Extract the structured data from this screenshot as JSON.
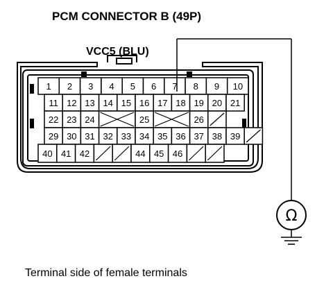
{
  "diagram": {
    "title": "PCM CONNECTOR B (49P)",
    "wire_label": "VCC5 (BLU)",
    "caption": "Terminal side of female terminals",
    "meter_symbol": "Ω",
    "probe_terminal": "7",
    "rows": [
      [
        "1",
        "2",
        "3",
        "4",
        "5",
        "6",
        "7",
        "8",
        "9",
        "10"
      ],
      [
        "11",
        "12",
        "13",
        "14",
        "15",
        "16",
        "17",
        "18",
        "19",
        "20",
        "21"
      ],
      [
        "22",
        "23",
        "24",
        "X",
        "25",
        "X",
        "26",
        "/"
      ],
      [
        "29",
        "30",
        "31",
        "32",
        "33",
        "34",
        "35",
        "36",
        "37",
        "38",
        "39",
        "/"
      ],
      [
        "40",
        "41",
        "42",
        "/",
        "/",
        "44",
        "45",
        "46",
        "/",
        "/"
      ]
    ]
  }
}
